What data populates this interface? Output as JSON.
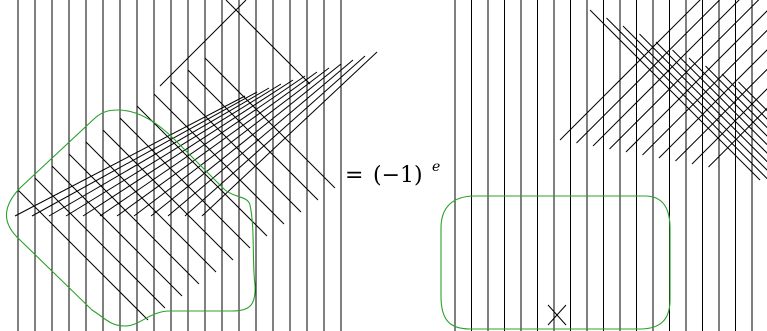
{
  "equation": {
    "relation": "=",
    "base": "(−1)",
    "exponent": "e"
  },
  "colors": {
    "strand": "#000000",
    "region_outline": "#2ca02c",
    "background": "#ffffff"
  },
  "diagrams": [
    {
      "name": "left-diagram",
      "strand_count": 20,
      "highlighted_region": true
    },
    {
      "name": "right-diagram",
      "strand_count": 19,
      "highlighted_region": true
    }
  ]
}
